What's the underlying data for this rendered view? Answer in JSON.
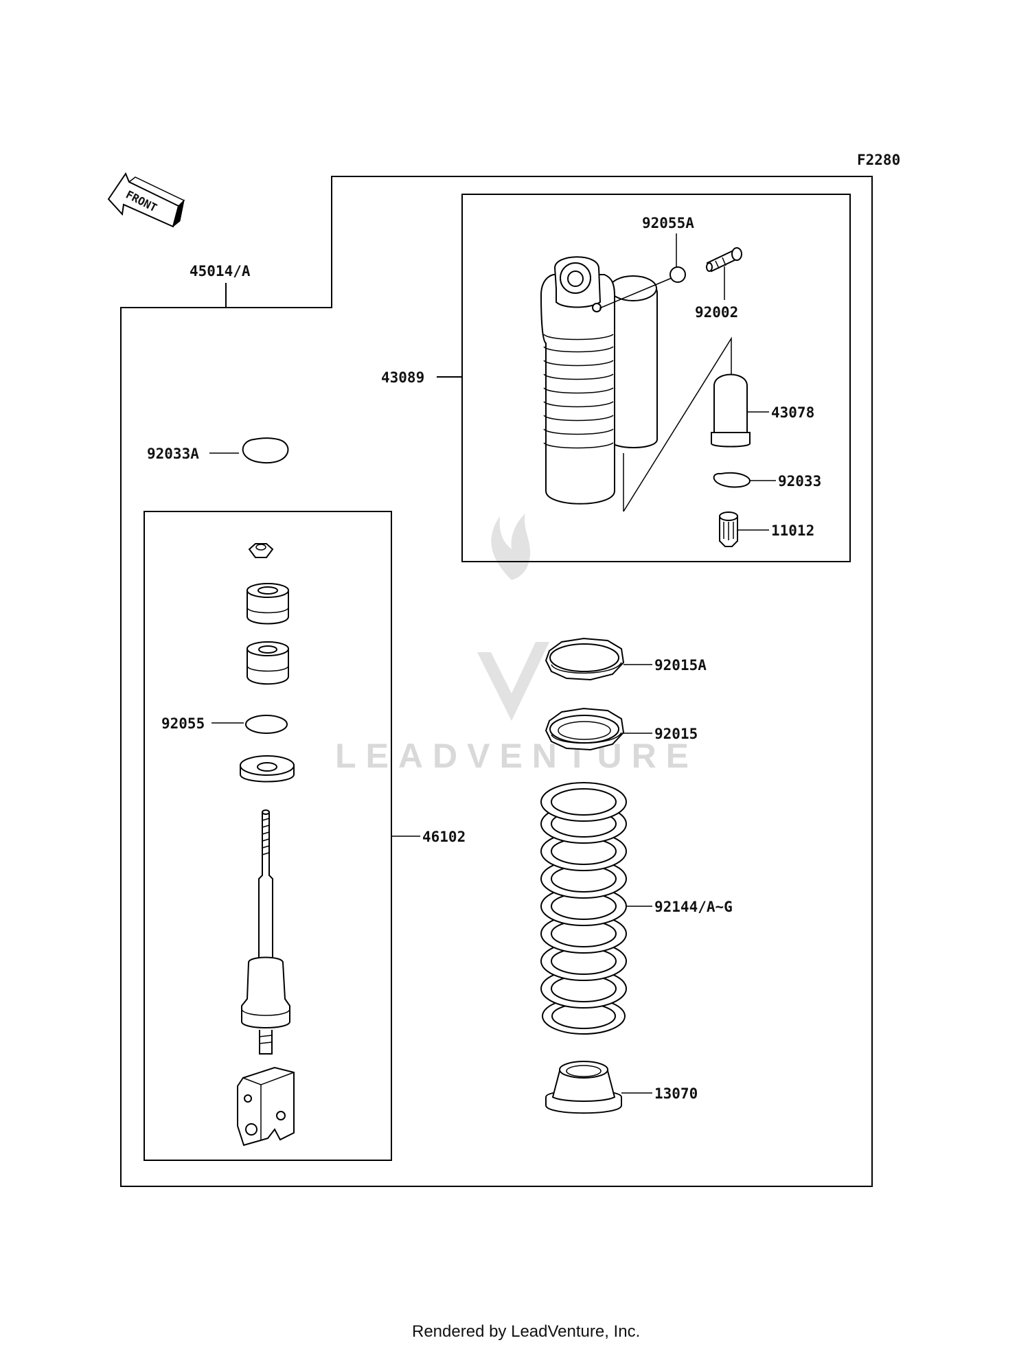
{
  "diagram_code": "F2280",
  "front_arrow_label": "FRONT",
  "labels": {
    "assembly": "45014/A",
    "shock_unit": "43089",
    "o_ring_top": "92055A",
    "fitting": "92002",
    "reservoir_cap": "43078",
    "circlip_small": "92033",
    "valve": "11012",
    "circlip_large": "92033A",
    "rod_assembly": "46102",
    "o_ring": "92055",
    "locknut_a": "92015A",
    "locknut": "92015",
    "spring": "92144/A~G",
    "spring_guide": "13070"
  },
  "watermark": "LEADVENTURE",
  "footer": "Rendered by LeadVenture, Inc.",
  "colors": {
    "line": "#000000",
    "background": "#ffffff",
    "watermark": "#d9d9d9"
  }
}
